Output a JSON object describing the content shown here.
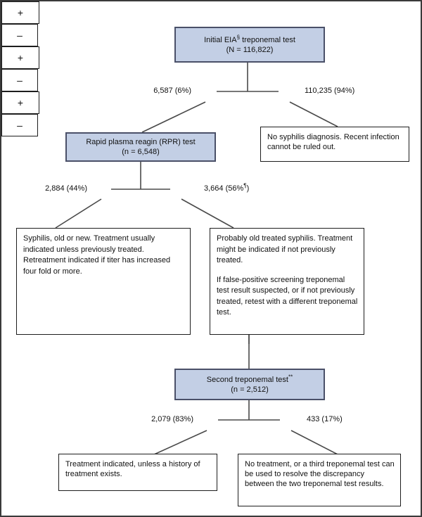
{
  "diagram": {
    "title": "Syphilis reverse sequence screening algorithm flowchart",
    "colors": {
      "process_fill": "#c3cfe5",
      "process_border": "#4a5068",
      "outcome_border": "#1d1d1d",
      "text": "#111111",
      "canvas_border": "#3a3a3a"
    },
    "nodes": {
      "initial_test": {
        "line1": "Initial EIA",
        "footnote1": "§",
        "line1b": " treponemal test",
        "line2": "(N = 116,822)"
      },
      "rpr_test": {
        "line1": "Rapid plasma reagin (RPR) test",
        "line2": "(n = 6,548)"
      },
      "second_test": {
        "line1": "Second treponemal test",
        "footnote1": "**",
        "line2": "(n = 2,512)"
      },
      "no_syphilis": {
        "text": "No syphilis diagnosis.  Recent infection cannot be ruled out."
      },
      "syphilis_old_new": {
        "text": "Syphilis, old or new. Treatment usually indicated unless previously treated. Retreatment indicated if titer has increased four fold or more."
      },
      "probably_old_treated": {
        "para1": "Probably old treated syphilis. Treatment might be indicated if not previously treated.",
        "para2": "If false-positive screening treponemal test result suspected, or if not previously treated, retest with a different treponemal test."
      },
      "treatment_indicated": {
        "text": "Treatment indicated, unless a history of treatment exists."
      },
      "no_treatment": {
        "text": "No treatment, or a third treponemal test can be used to resolve the discrepancy between the two treponemal test results."
      }
    },
    "signs": {
      "plus": "+",
      "minus": "–"
    },
    "branches": [
      {
        "id": "initial",
        "positive_label": "6,587 (6%)",
        "negative_label": "110,235 (94%)",
        "negative_footnote": ""
      },
      {
        "id": "rpr",
        "positive_label": "2,884 (44%)",
        "negative_label": "3,664 (56%",
        "negative_footnote": "¶",
        "negative_label_end": ")"
      },
      {
        "id": "second",
        "positive_label": "2,079 (83%)",
        "negative_label": "433 (17%)",
        "negative_footnote": ""
      }
    ]
  }
}
